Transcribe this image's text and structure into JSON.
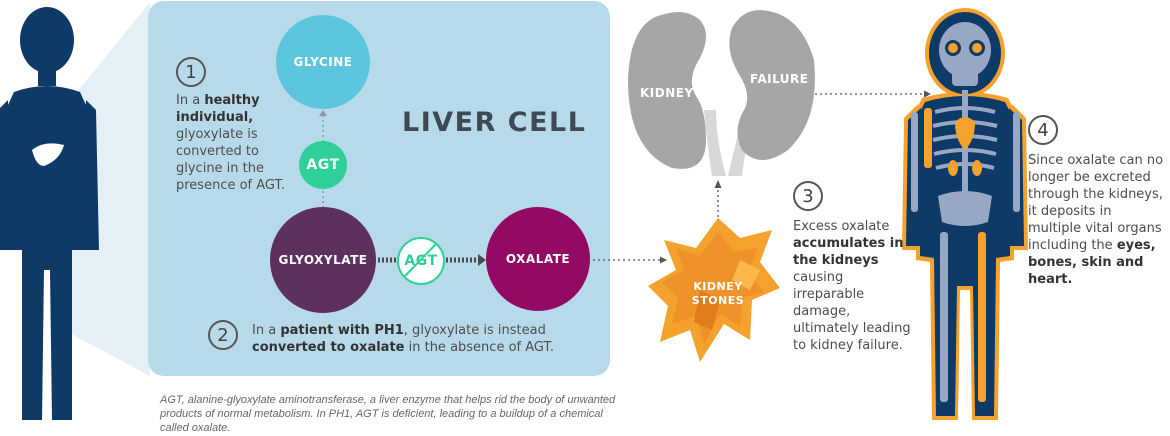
{
  "liver_cell": {
    "title": "LIVER CELL",
    "glycine_label": "GLYCINE",
    "agt_label": "AGT",
    "glyoxylate_label": "GLYOXYLATE",
    "agt_blocked_label": "AGT",
    "oxalate_label": "OXALATE"
  },
  "step1": {
    "number": "1",
    "pre": "In a ",
    "bold": "healthy individual,",
    "post": " glyoxylate is converted to glycine in the presence of AGT."
  },
  "step2": {
    "number": "2",
    "pre": "In a ",
    "bold1": "patient with PH1",
    "mid": ", glyoxylate is instead",
    "bold2": "converted to oxalate",
    "post": " in the absence of AGT."
  },
  "kidney": {
    "left_label": "KIDNEY",
    "right_label": "FAILURE",
    "stones_line1": "KIDNEY",
    "stones_line2": "STONES"
  },
  "step3": {
    "number": "3",
    "pre": "Excess oxalate",
    "bold": "accumulates in the kidneys",
    "post": "causing irreparable damage, ultimately leading to kidney failure."
  },
  "step4": {
    "number": "4",
    "pre": "Since oxalate can no longer be excreted through the kidneys, it deposits in multiple vital organs including the ",
    "bold": "eyes, bones, skin and heart."
  },
  "footnote": "AGT, alanine-glyoxylate aminotransferase, a liver enzyme that helps rid the body of unwanted products of normal metabolism. In PH1, AGT is deficient, leading to a buildup of a chemical called oxalate.",
  "colors": {
    "body_navy": "#0d3a66",
    "cell_blue": "#b7daea",
    "glycine": "#5bc6dd",
    "agt_green": "#2fcf9a",
    "glyoxylate": "#5e305e",
    "oxalate": "#930a64",
    "stone_orange": "#f5a12d",
    "kidney_gray": "#a6a6a6"
  }
}
